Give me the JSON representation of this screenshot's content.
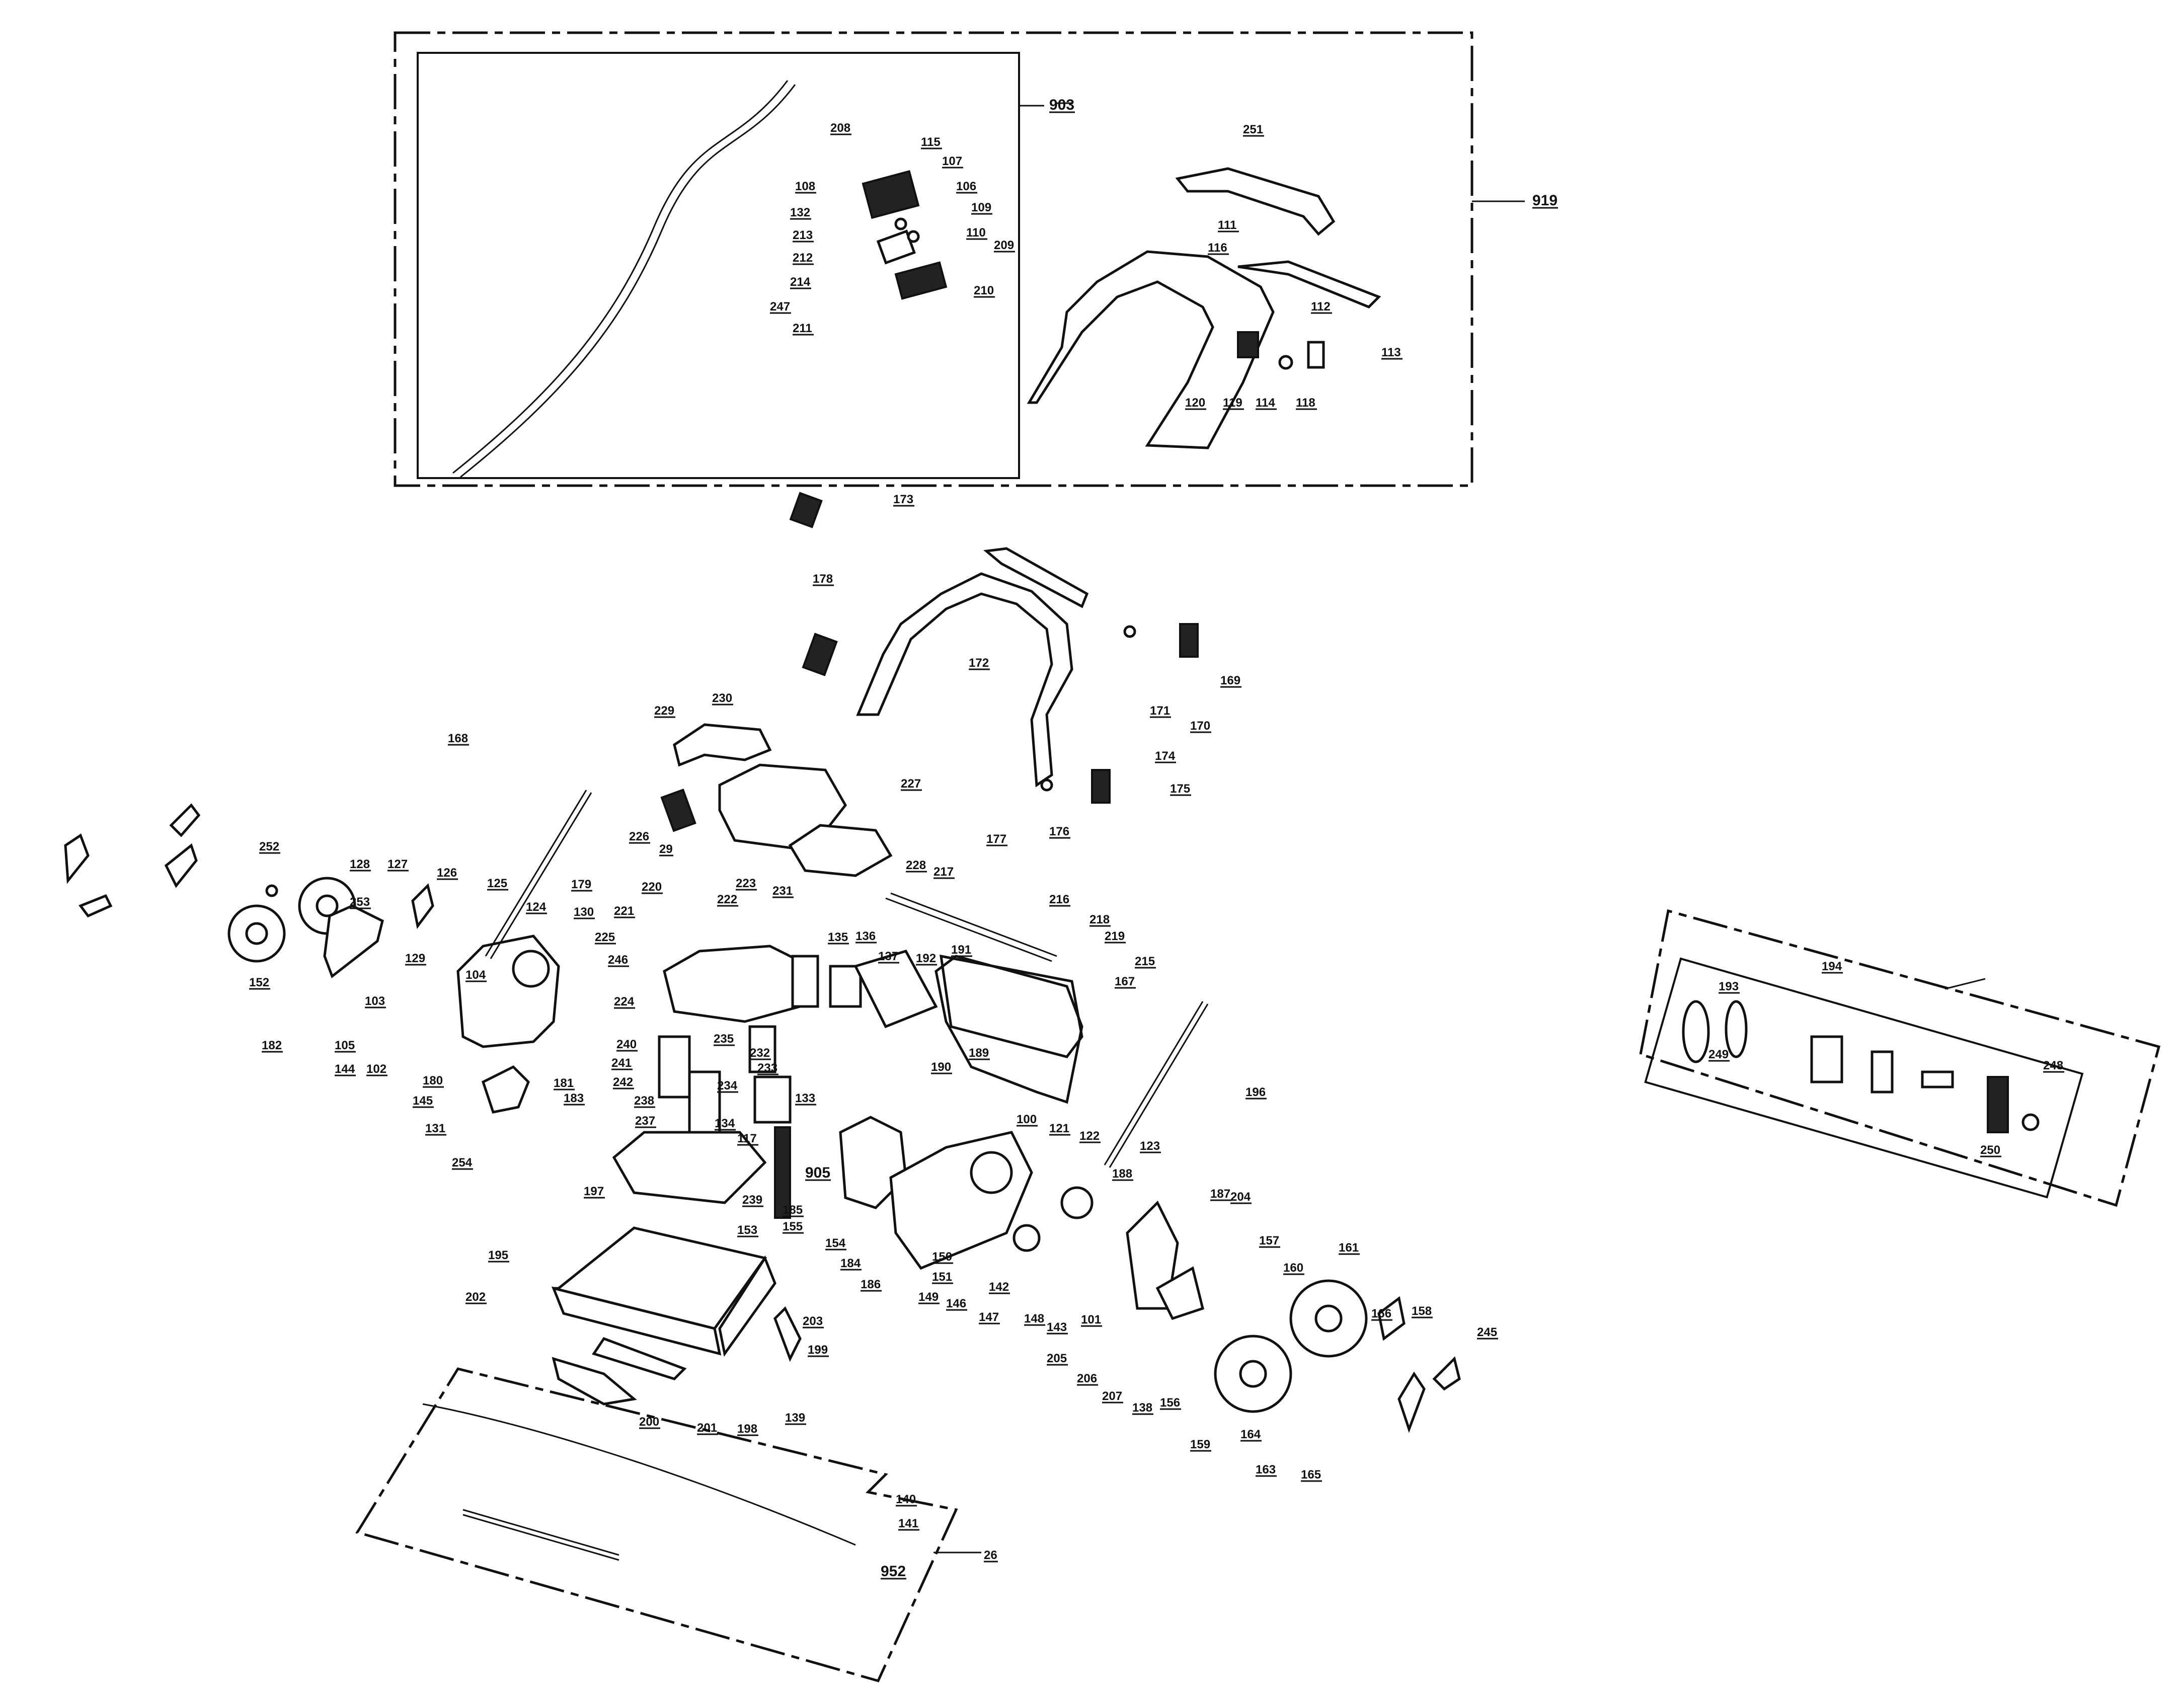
{
  "labels": [
    "251",
    "919",
    "903",
    "208",
    "115",
    "107",
    "106",
    "108",
    "132",
    "109",
    "110",
    "213",
    "209",
    "212",
    "214",
    "210",
    "247",
    "211",
    "111",
    "116",
    "112",
    "113",
    "120",
    "119",
    "114",
    "118",
    "173",
    "178",
    "172",
    "171",
    "170",
    "169",
    "174",
    "175",
    "177",
    "176",
    "168",
    "230",
    "229",
    "226",
    "29",
    "227",
    "228",
    "252",
    "128",
    "127",
    "126",
    "125",
    "253",
    "124",
    "179",
    "130",
    "152",
    "129",
    "104",
    "103",
    "182",
    "105",
    "144",
    "102",
    "145",
    "180",
    "181",
    "183",
    "131",
    "254",
    "225",
    "246",
    "224",
    "220",
    "221",
    "222",
    "223",
    "231",
    "135",
    "136",
    "137",
    "192",
    "191",
    "189",
    "190",
    "240",
    "241",
    "242",
    "238",
    "237",
    "235",
    "232",
    "233",
    "234",
    "134",
    "117",
    "133",
    "197",
    "239",
    "905",
    "185",
    "155",
    "154",
    "184",
    "186",
    "150",
    "151",
    "149",
    "146",
    "142",
    "147",
    "148",
    "143",
    "101",
    "100",
    "121",
    "122",
    "123",
    "188",
    "187",
    "204",
    "205",
    "206",
    "207",
    "138",
    "156",
    "157",
    "160",
    "161",
    "166",
    "158",
    "159",
    "164",
    "163",
    "165",
    "245",
    "217",
    "216",
    "218",
    "219",
    "215",
    "167",
    "196",
    "195",
    "153",
    "202",
    "203",
    "199",
    "200",
    "201",
    "198",
    "139",
    "140",
    "141",
    "952",
    "26",
    "194",
    "193",
    "249",
    "248",
    "250"
  ],
  "group_labels": [
    "919",
    "903",
    "905",
    "952"
  ]
}
